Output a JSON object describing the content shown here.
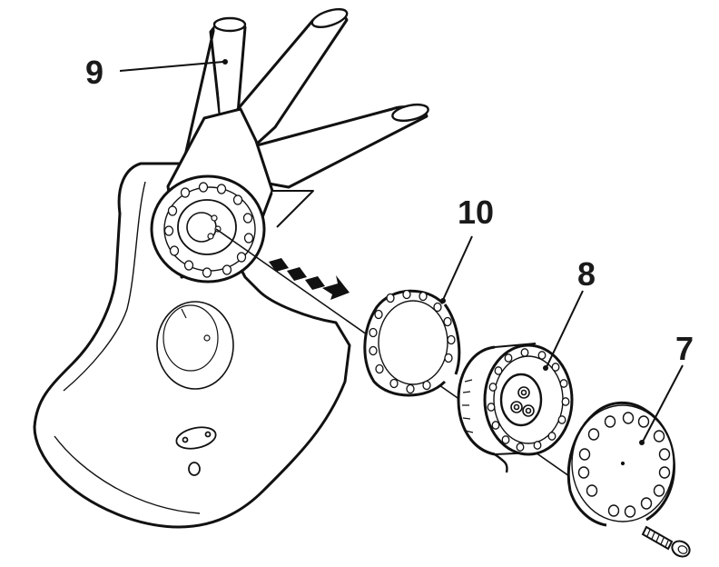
{
  "diagram": {
    "type": "exploded-assembly",
    "callouts": [
      {
        "id": "9",
        "label": "9"
      },
      {
        "id": "10",
        "label": "10"
      },
      {
        "id": "8",
        "label": "8"
      },
      {
        "id": "7",
        "label": "7"
      }
    ],
    "colors": {
      "line": "#111111",
      "fill": "#ffffff",
      "shade": "#e6e6e6"
    }
  }
}
